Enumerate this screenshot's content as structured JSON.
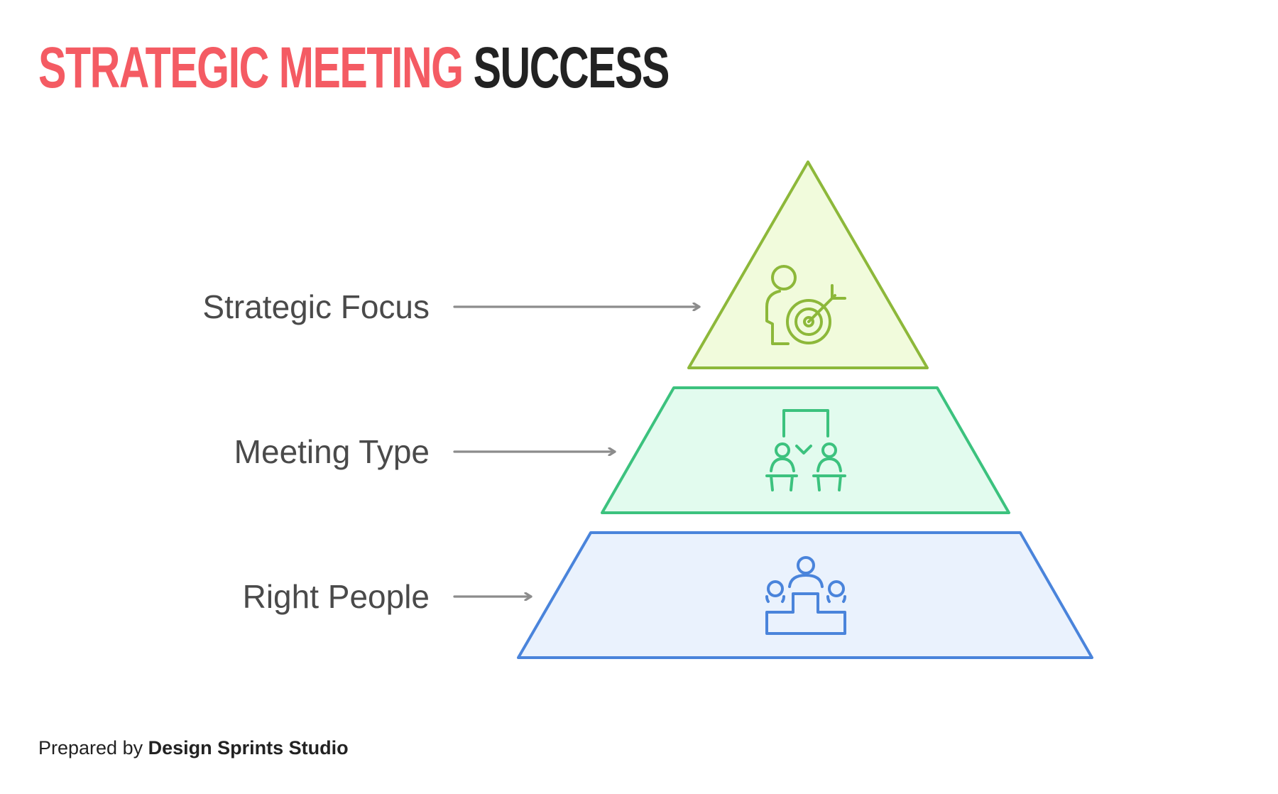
{
  "title": {
    "accent": "STRATEGIC MEETING",
    "rest": "SUCCESS"
  },
  "levels": [
    {
      "label": "Strategic Focus",
      "icon": "person-target-icon",
      "stroke": "#8db83a",
      "fill": "#f1fbdc"
    },
    {
      "label": "Meeting Type",
      "icon": "presentation-meeting-icon",
      "stroke": "#3cc27e",
      "fill": "#e2fbee"
    },
    {
      "label": "Right People",
      "icon": "team-podium-icon",
      "stroke": "#4a84db",
      "fill": "#eaf2fd"
    }
  ],
  "arrow_color": "#8c8c8c",
  "footer": {
    "prefix": "Prepared by",
    "org": "Design Sprints Studio"
  }
}
